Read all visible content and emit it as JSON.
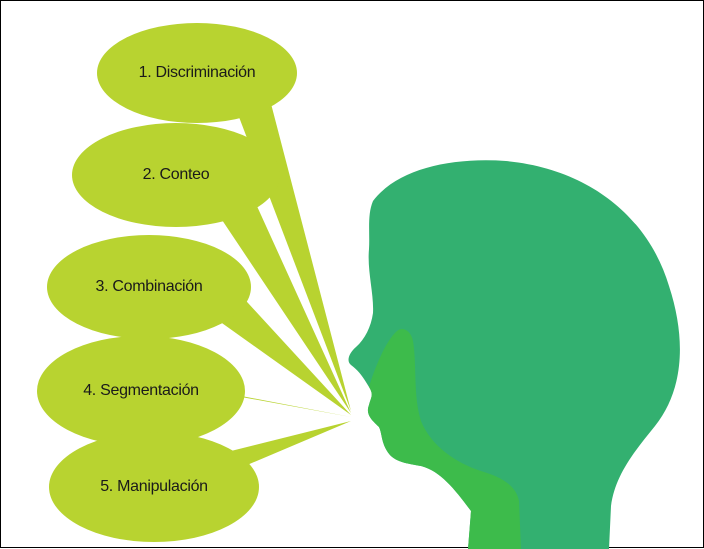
{
  "colors": {
    "bubble": "#b8d330",
    "head": "#33b070",
    "face_shadow": "#3dbb4b",
    "label": "#1a1a1a"
  },
  "bubbles": [
    {
      "label": "1. Discriminación"
    },
    {
      "label": "2. Conteo"
    },
    {
      "label": "3. Combinación"
    },
    {
      "label": "4. Segmentación"
    },
    {
      "label": "5. Manipulación"
    }
  ]
}
